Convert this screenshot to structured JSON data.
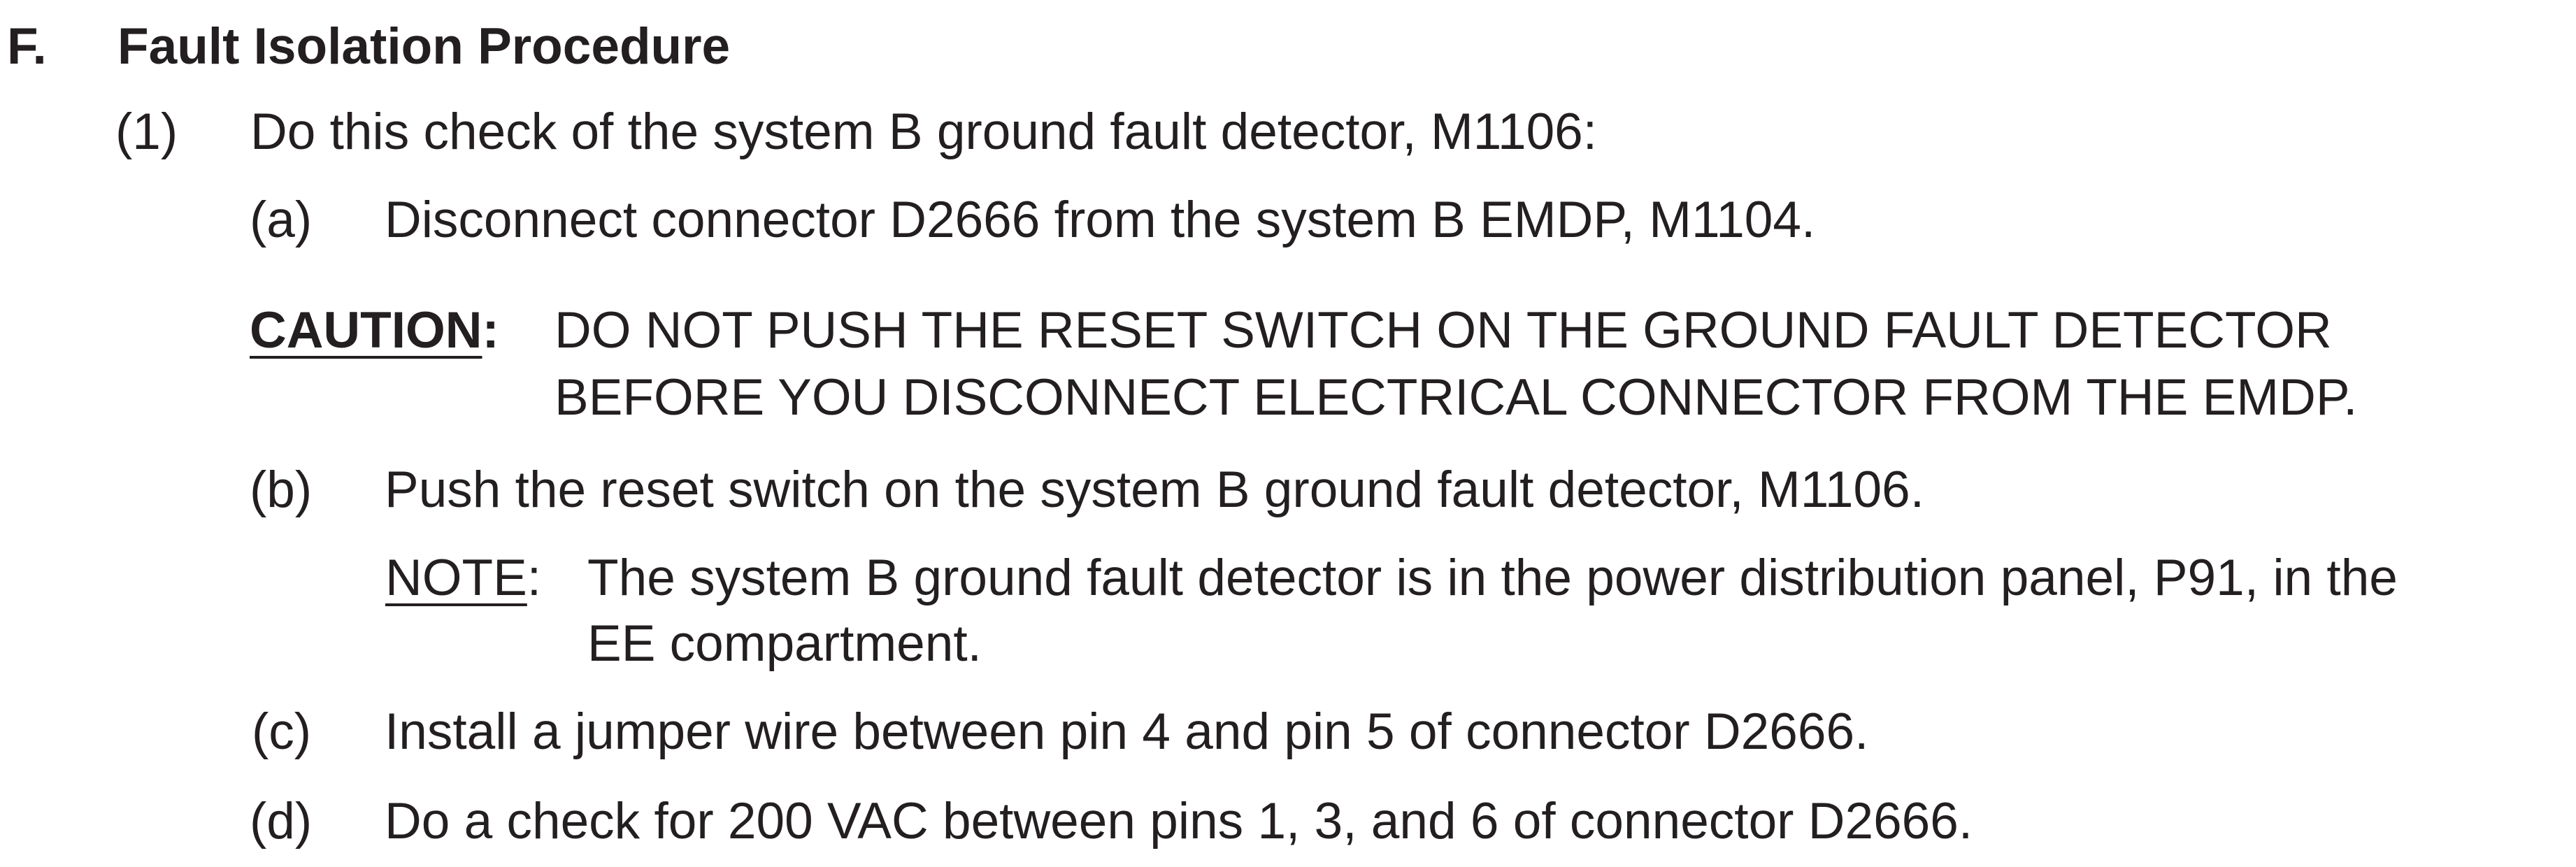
{
  "section": {
    "letter": "F.",
    "title": "Fault Isolation Procedure"
  },
  "step1": {
    "num": "(1)",
    "text": "Do this check of the system B ground fault detector, M1106:"
  },
  "substeps": {
    "a": {
      "num": "(a)",
      "text": "Disconnect connector D2666 from the system B EMDP, M1104."
    },
    "b": {
      "num": "(b)",
      "text": "Push the reset switch on the system B ground fault detector, M1106."
    },
    "c": {
      "num": "(c)",
      "text": "Install a jumper wire between pin 4 and pin 5 of connector D2666."
    },
    "d": {
      "num": "(d)",
      "text": "Do a check for 200 VAC between pins 1, 3, and 6 of connector D2666."
    }
  },
  "caution": {
    "label": "CAUTION",
    "colon": ":",
    "line1": "DO NOT PUSH THE RESET SWITCH ON THE GROUND FAULT DETECTOR",
    "line2": "BEFORE YOU DISCONNECT ELECTRICAL CONNECTOR FROM THE EMDP."
  },
  "note": {
    "label": "NOTE",
    "colon": ":",
    "line1": "The system B ground fault detector is in the power distribution panel, P91, in the",
    "line2": "EE compartment."
  }
}
